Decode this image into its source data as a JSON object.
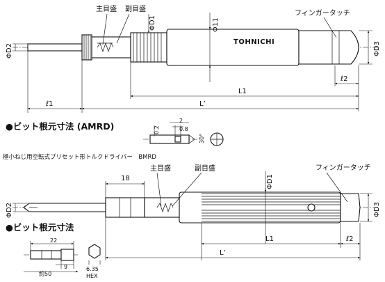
{
  "top": {
    "main_scale": "主目盛",
    "sub_scale": "副目盛",
    "finger_touch": "フィンガータッチ",
    "brand": "TOHNICHI",
    "phi_d1": "ΦD1",
    "phi_11": "Φ11",
    "phi_d2": "ΦD2",
    "phi_d3": "ΦD3",
    "L1": "L1",
    "Lp": "L’",
    "l1": "ℓ1",
    "l2": "ℓ2"
  },
  "bit_section_1": {
    "heading": "●ビット根元寸法 (AMRD)",
    "dim_2": "2",
    "dim_02": "0.2",
    "dim_08": "0.8",
    "dim_30": "30°"
  },
  "caption": "極小ねじ用空転式プリセット形トルクドライバー　BMRD",
  "bottom": {
    "dim_18": "18",
    "main_scale": "主目盛",
    "sub_scale": "副目盛",
    "finger_touch": "フィンガータッチ",
    "phi_d1": "ΦD1",
    "phi_d2": "ΦD2",
    "phi_d3": "ΦD3",
    "L1": "L1",
    "Lp": "L’",
    "l2": "ℓ2"
  },
  "bit_section_2": {
    "heading": "●ビット根元寸法",
    "dim_22": "22",
    "dim_9": "9",
    "approx_50": "約50",
    "hex_size": "6.35",
    "hex": "HEX"
  }
}
